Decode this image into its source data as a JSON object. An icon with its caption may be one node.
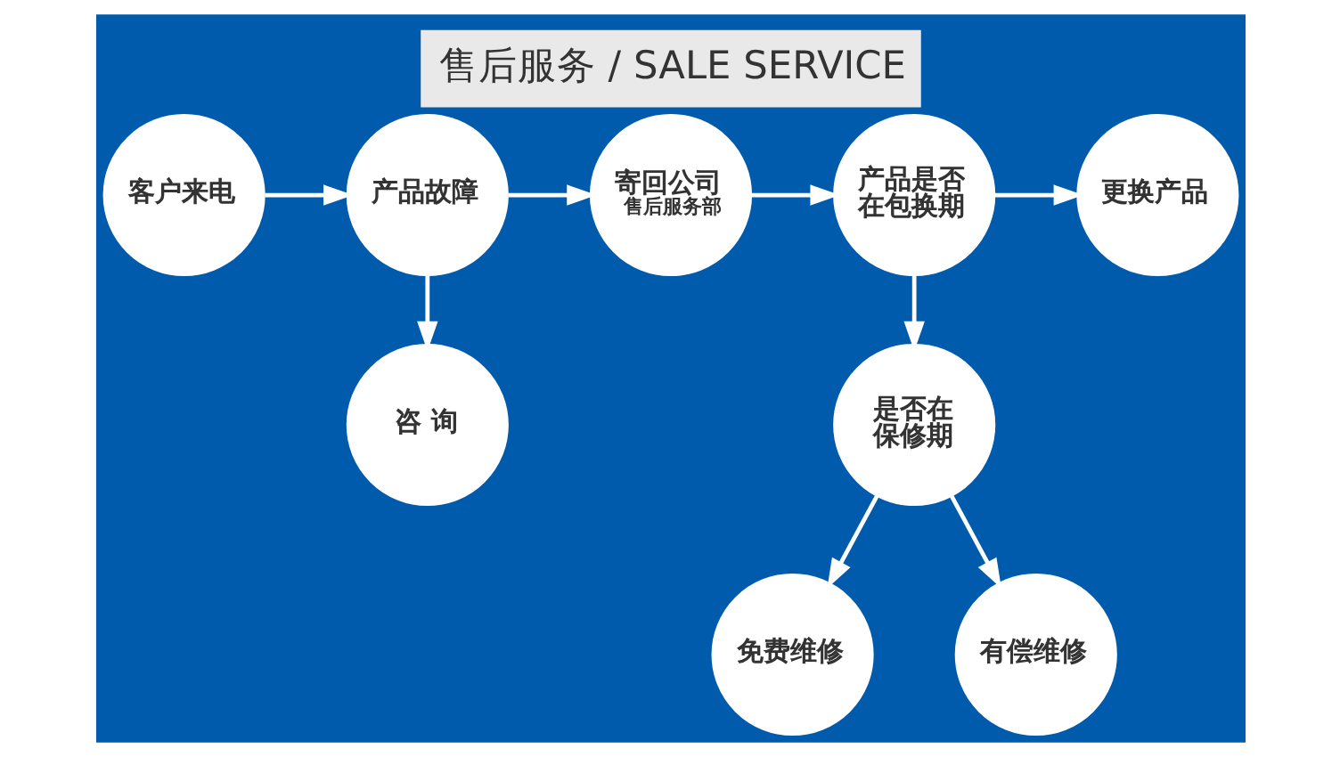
{
  "diagram": {
    "title": "售后服务 / SALE SERVICE",
    "nodes": [
      {
        "text": [
          "客户来电"
        ]
      },
      {
        "text": [
          "产品故障"
        ]
      },
      {
        "text": [
          "寄回公司",
          "售后服务部"
        ]
      },
      {
        "text": [
          "产品是否在包换期"
        ]
      },
      {
        "text": [
          "更换产品"
        ]
      },
      {
        "text": [
          "咨 询"
        ]
      },
      {
        "text": [
          "是否在保修期"
        ]
      },
      {
        "text": [
          "免费维修"
        ]
      },
      {
        "text": [
          "有偿维修"
        ]
      }
    ],
    "edges": [
      {
        "from": 0,
        "to": 1,
        "arrow": "to"
      },
      {
        "from": 1,
        "to": 2,
        "arrow": "to"
      },
      {
        "from": 2,
        "to": 3,
        "arrow": "to"
      },
      {
        "from": 3,
        "to": 4,
        "arrow": "to"
      },
      {
        "from": 1,
        "to": 5,
        "arrow": "to"
      },
      {
        "from": 3,
        "to": 6,
        "arrow": "to"
      },
      {
        "from": 6,
        "to": 7,
        "arrow": "to"
      },
      {
        "from": 6,
        "to": 8,
        "arrow": "to"
      }
    ]
  }
}
